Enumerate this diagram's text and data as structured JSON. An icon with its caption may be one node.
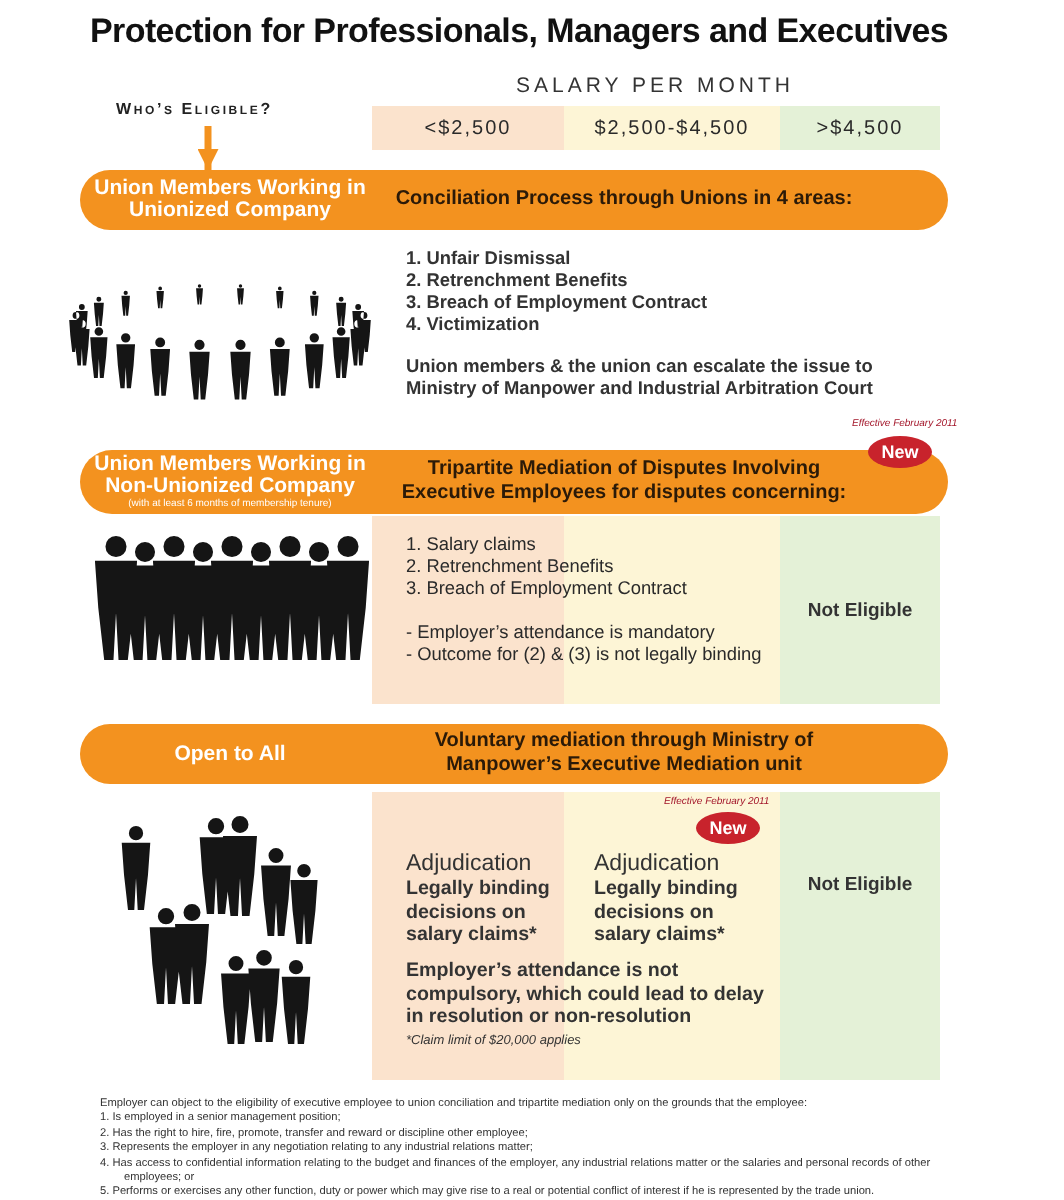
{
  "diagram": {
    "title": "Protection for Professionals, Managers and Executives",
    "nodes": [
      {
        "text": [
          "Who’s Eligible?"
        ]
      },
      {
        "text": [
          "<$2,500"
        ]
      },
      {
        "text": [
          "$2,500-$4,500"
        ]
      },
      {
        "text": [
          ">$4,500"
        ]
      },
      {
        "text": [
          "Union Members Working in Unionized Company",
          "Conciliation Process through Unions in 4 areas:"
        ]
      },
      {
        "text": [
          "New"
        ],
        "beside": [
          "Effective February 2011"
        ]
      },
      {
        "text": [
          "Union Members Working in Non-Unionized Company",
          "(with at least 6 months of membership tenure)",
          "Tripartite Mediation of Disputes Involving Executive Employees for disputes concerning:"
        ]
      },
      {
        "text": [
          "1. Salary claims",
          "2. Retrenchment Benefits",
          "3. Breach of Employment Contract",
          "- Employer’s attendance is mandatory",
          "- Outcome for (2) & (3) is not legally binding"
        ]
      },
      {
        "text": [
          "Not Eligible"
        ]
      },
      {
        "text": [
          "Open to All",
          "Voluntary mediation through Ministry of Manpower’s Executive Mediation unit"
        ]
      },
      {
        "text": [
          "Adjudication",
          "Legally binding decisions on salary claims*"
        ]
      },
      {
        "text": [
          "Adjudication",
          "Legally binding decisions on salary claims*"
        ]
      },
      {
        "text": [
          "New"
        ],
        "beside": [
          "Effective February 2011"
        ],
        "in": 11
      },
      {
        "text": [
          "Not Eligible"
        ]
      }
    ],
    "edges": [
      {
        "from": 0,
        "to": 4,
        "arrow": "to"
      }
    ],
    "labels": [
      "SALARY PER MONTH",
      "1. Unfair Dismissal",
      "2. Retrenchment Benefits",
      "3. Breach of Employment Contract",
      "4. Victimization",
      "Union members & the union can escalate the issue to Ministry of Manpower and Industrial Arbitration Court",
      "Employer’s attendance is not compulsory, which could lead to delay in resolution or non-resolution",
      "*Claim limit of $20,000 applies",
      "Employer can object to the eligibility of executive employee to union conciliation and tripartite mediation only on the grounds that the employee:",
      "1. Is employed in a senior management position;",
      "2. Has the right to hire, fire, promote, transfer and reward or discipline other employee;",
      "3. Represents the employer in any negotiation relating to any industrial relations matter;",
      "4. Has access to confidential information relating to the budget and finances of the employer, any industrial relations matter or the salaries and personal records of other employees; or",
      "5. Performs or exercises any other function, duty or power which may give rise to a real or potential conflict of interest if he is represented by the trade union."
    ]
  }
}
